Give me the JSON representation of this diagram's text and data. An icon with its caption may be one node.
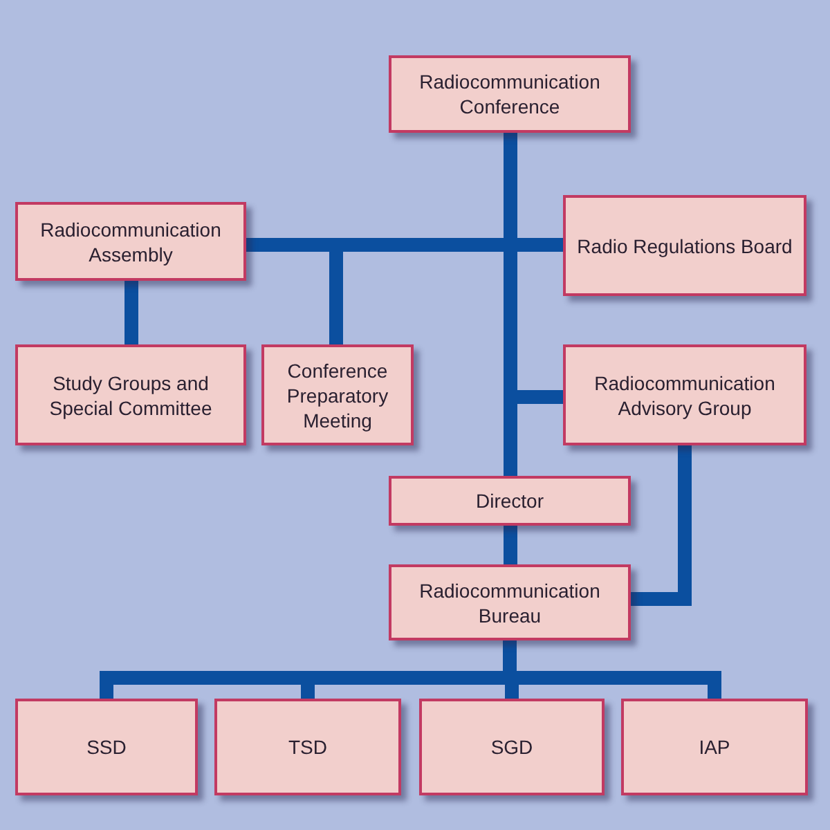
{
  "diagram": {
    "nodes": [
      {
        "text": [
          "Radiocommunication Conference"
        ]
      },
      {
        "text": [
          "Radiocommunication Assembly"
        ]
      },
      {
        "text": [
          "Radio Regulations Board"
        ]
      },
      {
        "text": [
          "Study Groups and Special Committee"
        ]
      },
      {
        "text": [
          "Conference Preparatory Meeting"
        ]
      },
      {
        "text": [
          "Radiocommunication Advisory Group"
        ]
      },
      {
        "text": [
          "Director"
        ]
      },
      {
        "text": [
          "Radiocommunication Bureau"
        ]
      },
      {
        "text": [
          "SSD"
        ]
      },
      {
        "text": [
          "TSD"
        ]
      },
      {
        "text": [
          "SGD"
        ]
      },
      {
        "text": [
          "IAP"
        ]
      }
    ],
    "edges": [
      {
        "from": 0,
        "to": 6,
        "arrow": "none"
      },
      {
        "from": 1,
        "to": 2,
        "arrow": "none"
      },
      {
        "from": 1,
        "to": 3,
        "arrow": "none"
      },
      {
        "from": 1,
        "to": 4,
        "arrow": "none"
      },
      {
        "from": 0,
        "to": 5,
        "arrow": "none"
      },
      {
        "from": 6,
        "to": 7,
        "arrow": "none"
      },
      {
        "from": 5,
        "to": 7,
        "arrow": "none"
      },
      {
        "from": 7,
        "to": 8,
        "arrow": "none"
      },
      {
        "from": 7,
        "to": 9,
        "arrow": "none"
      },
      {
        "from": 7,
        "to": 10,
        "arrow": "none"
      },
      {
        "from": 7,
        "to": 11,
        "arrow": "none"
      }
    ]
  }
}
